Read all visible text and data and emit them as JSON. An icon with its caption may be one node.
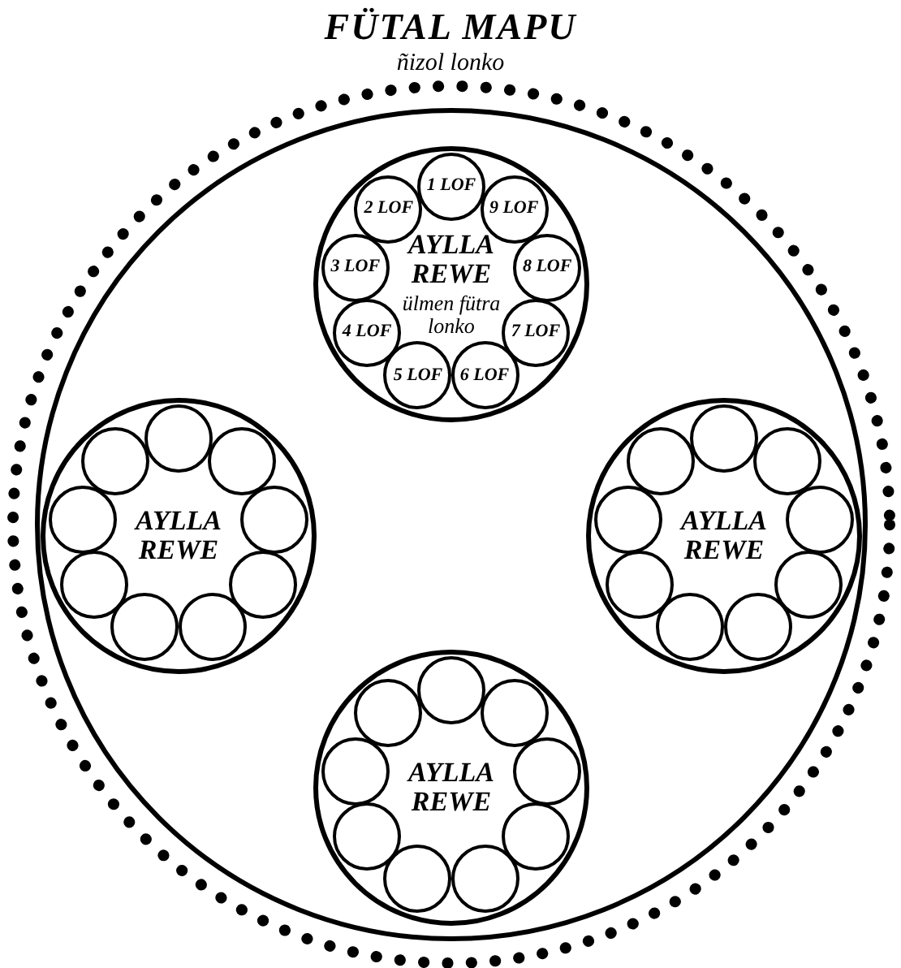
{
  "diagram": {
    "nodes": [
      {
        "text": [
          "FÜTAL MAPU",
          "ñizol lonko"
        ]
      },
      {
        "text": [
          "AYLLA REWE",
          "ülmen fütra lonko"
        ],
        "in": 0
      },
      {
        "text": [
          "1 LOF"
        ],
        "in": 1
      },
      {
        "text": [
          "2 LOF"
        ],
        "in": 1
      },
      {
        "text": [
          "3 LOF"
        ],
        "in": 1
      },
      {
        "text": [
          "4 LOF"
        ],
        "in": 1
      },
      {
        "text": [
          "5 LOF"
        ],
        "in": 1
      },
      {
        "text": [
          "6 LOF"
        ],
        "in": 1
      },
      {
        "text": [
          "7 LOF"
        ],
        "in": 1
      },
      {
        "text": [
          "8 LOF"
        ],
        "in": 1
      },
      {
        "text": [
          "9 LOF"
        ],
        "in": 1
      },
      {
        "text": [
          "AYLLA REWE"
        ],
        "in": 0
      },
      {
        "text": [],
        "shape": "circle",
        "in": 11
      },
      {
        "text": [],
        "shape": "circle",
        "in": 11
      },
      {
        "text": [],
        "shape": "circle",
        "in": 11
      },
      {
        "text": [],
        "shape": "circle",
        "in": 11
      },
      {
        "text": [],
        "shape": "circle",
        "in": 11
      },
      {
        "text": [],
        "shape": "circle",
        "in": 11
      },
      {
        "text": [],
        "shape": "circle",
        "in": 11
      },
      {
        "text": [],
        "shape": "circle",
        "in": 11
      },
      {
        "text": [],
        "shape": "circle",
        "in": 11
      },
      {
        "text": [
          "AYLLA REWE"
        ],
        "in": 0
      },
      {
        "text": [],
        "shape": "circle",
        "in": 21
      },
      {
        "text": [],
        "shape": "circle",
        "in": 21
      },
      {
        "text": [],
        "shape": "circle",
        "in": 21
      },
      {
        "text": [],
        "shape": "circle",
        "in": 21
      },
      {
        "text": [],
        "shape": "circle",
        "in": 21
      },
      {
        "text": [],
        "shape": "circle",
        "in": 21
      },
      {
        "text": [],
        "shape": "circle",
        "in": 21
      },
      {
        "text": [],
        "shape": "circle",
        "in": 21
      },
      {
        "text": [],
        "shape": "circle",
        "in": 21
      },
      {
        "text": [
          "AYLLA REWE"
        ],
        "in": 0
      },
      {
        "text": [],
        "shape": "circle",
        "in": 31
      },
      {
        "text": [],
        "shape": "circle",
        "in": 31
      },
      {
        "text": [],
        "shape": "circle",
        "in": 31
      },
      {
        "text": [],
        "shape": "circle",
        "in": 31
      },
      {
        "text": [],
        "shape": "circle",
        "in": 31
      },
      {
        "text": [],
        "shape": "circle",
        "in": 31
      },
      {
        "text": [],
        "shape": "circle",
        "in": 31
      },
      {
        "text": [],
        "shape": "circle",
        "in": 31
      },
      {
        "text": [],
        "shape": "circle",
        "in": 31
      }
    ]
  }
}
